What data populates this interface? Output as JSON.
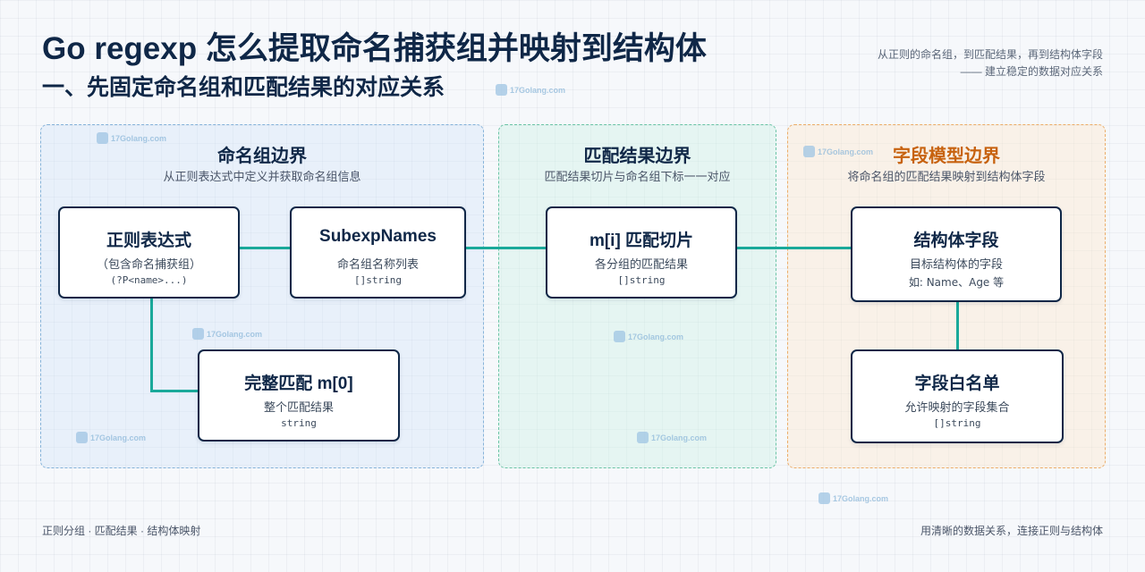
{
  "header": {
    "title": "Go regexp 怎么提取命名捕获组并映射到结构体",
    "subtitle": "一、先固定命名组和匹配结果的对应关系",
    "note_line1": "从正则的命名组，到匹配结果，再到结构体字段",
    "note_line2": "—— 建立稳定的数据对应关系"
  },
  "zones": {
    "named": {
      "title": "命名组边界",
      "desc": "从正则表达式中定义并获取命名组信息"
    },
    "match": {
      "title": "匹配结果边界",
      "desc": "匹配结果切片与命名组下标一一对应"
    },
    "field": {
      "title": "字段模型边界",
      "desc": "将命名组的匹配结果映射到结构体字段"
    }
  },
  "nodes": {
    "regex": {
      "title": "正则表达式",
      "desc": "（包含命名捕获组）",
      "type": "(?P<name>...)"
    },
    "subexp": {
      "title": "SubexpNames",
      "desc": "命名组名称列表",
      "type": "[]string"
    },
    "full_match": {
      "title": "完整匹配 m[0]",
      "desc": "整个匹配结果",
      "type": "string"
    },
    "match_slice": {
      "title": "m[i] 匹配切片",
      "desc": "各分组的匹配结果",
      "type": "[]string"
    },
    "struct_field": {
      "title": "结构体字段",
      "desc": "目标结构体的字段",
      "type": "如: Name、Age 等"
    },
    "whitelist": {
      "title": "字段白名单",
      "desc": "允许映射的字段集合",
      "type": "[]string"
    }
  },
  "footer": {
    "left": "正则分组 · 匹配结果 · 结构体映射",
    "right": "用清晰的数据关系，连接正则与结构体"
  },
  "watermark": "17Golang.com",
  "colors": {
    "primary": "#0f2747",
    "connector": "#1aa99a",
    "field_accent": "#c7620f"
  }
}
